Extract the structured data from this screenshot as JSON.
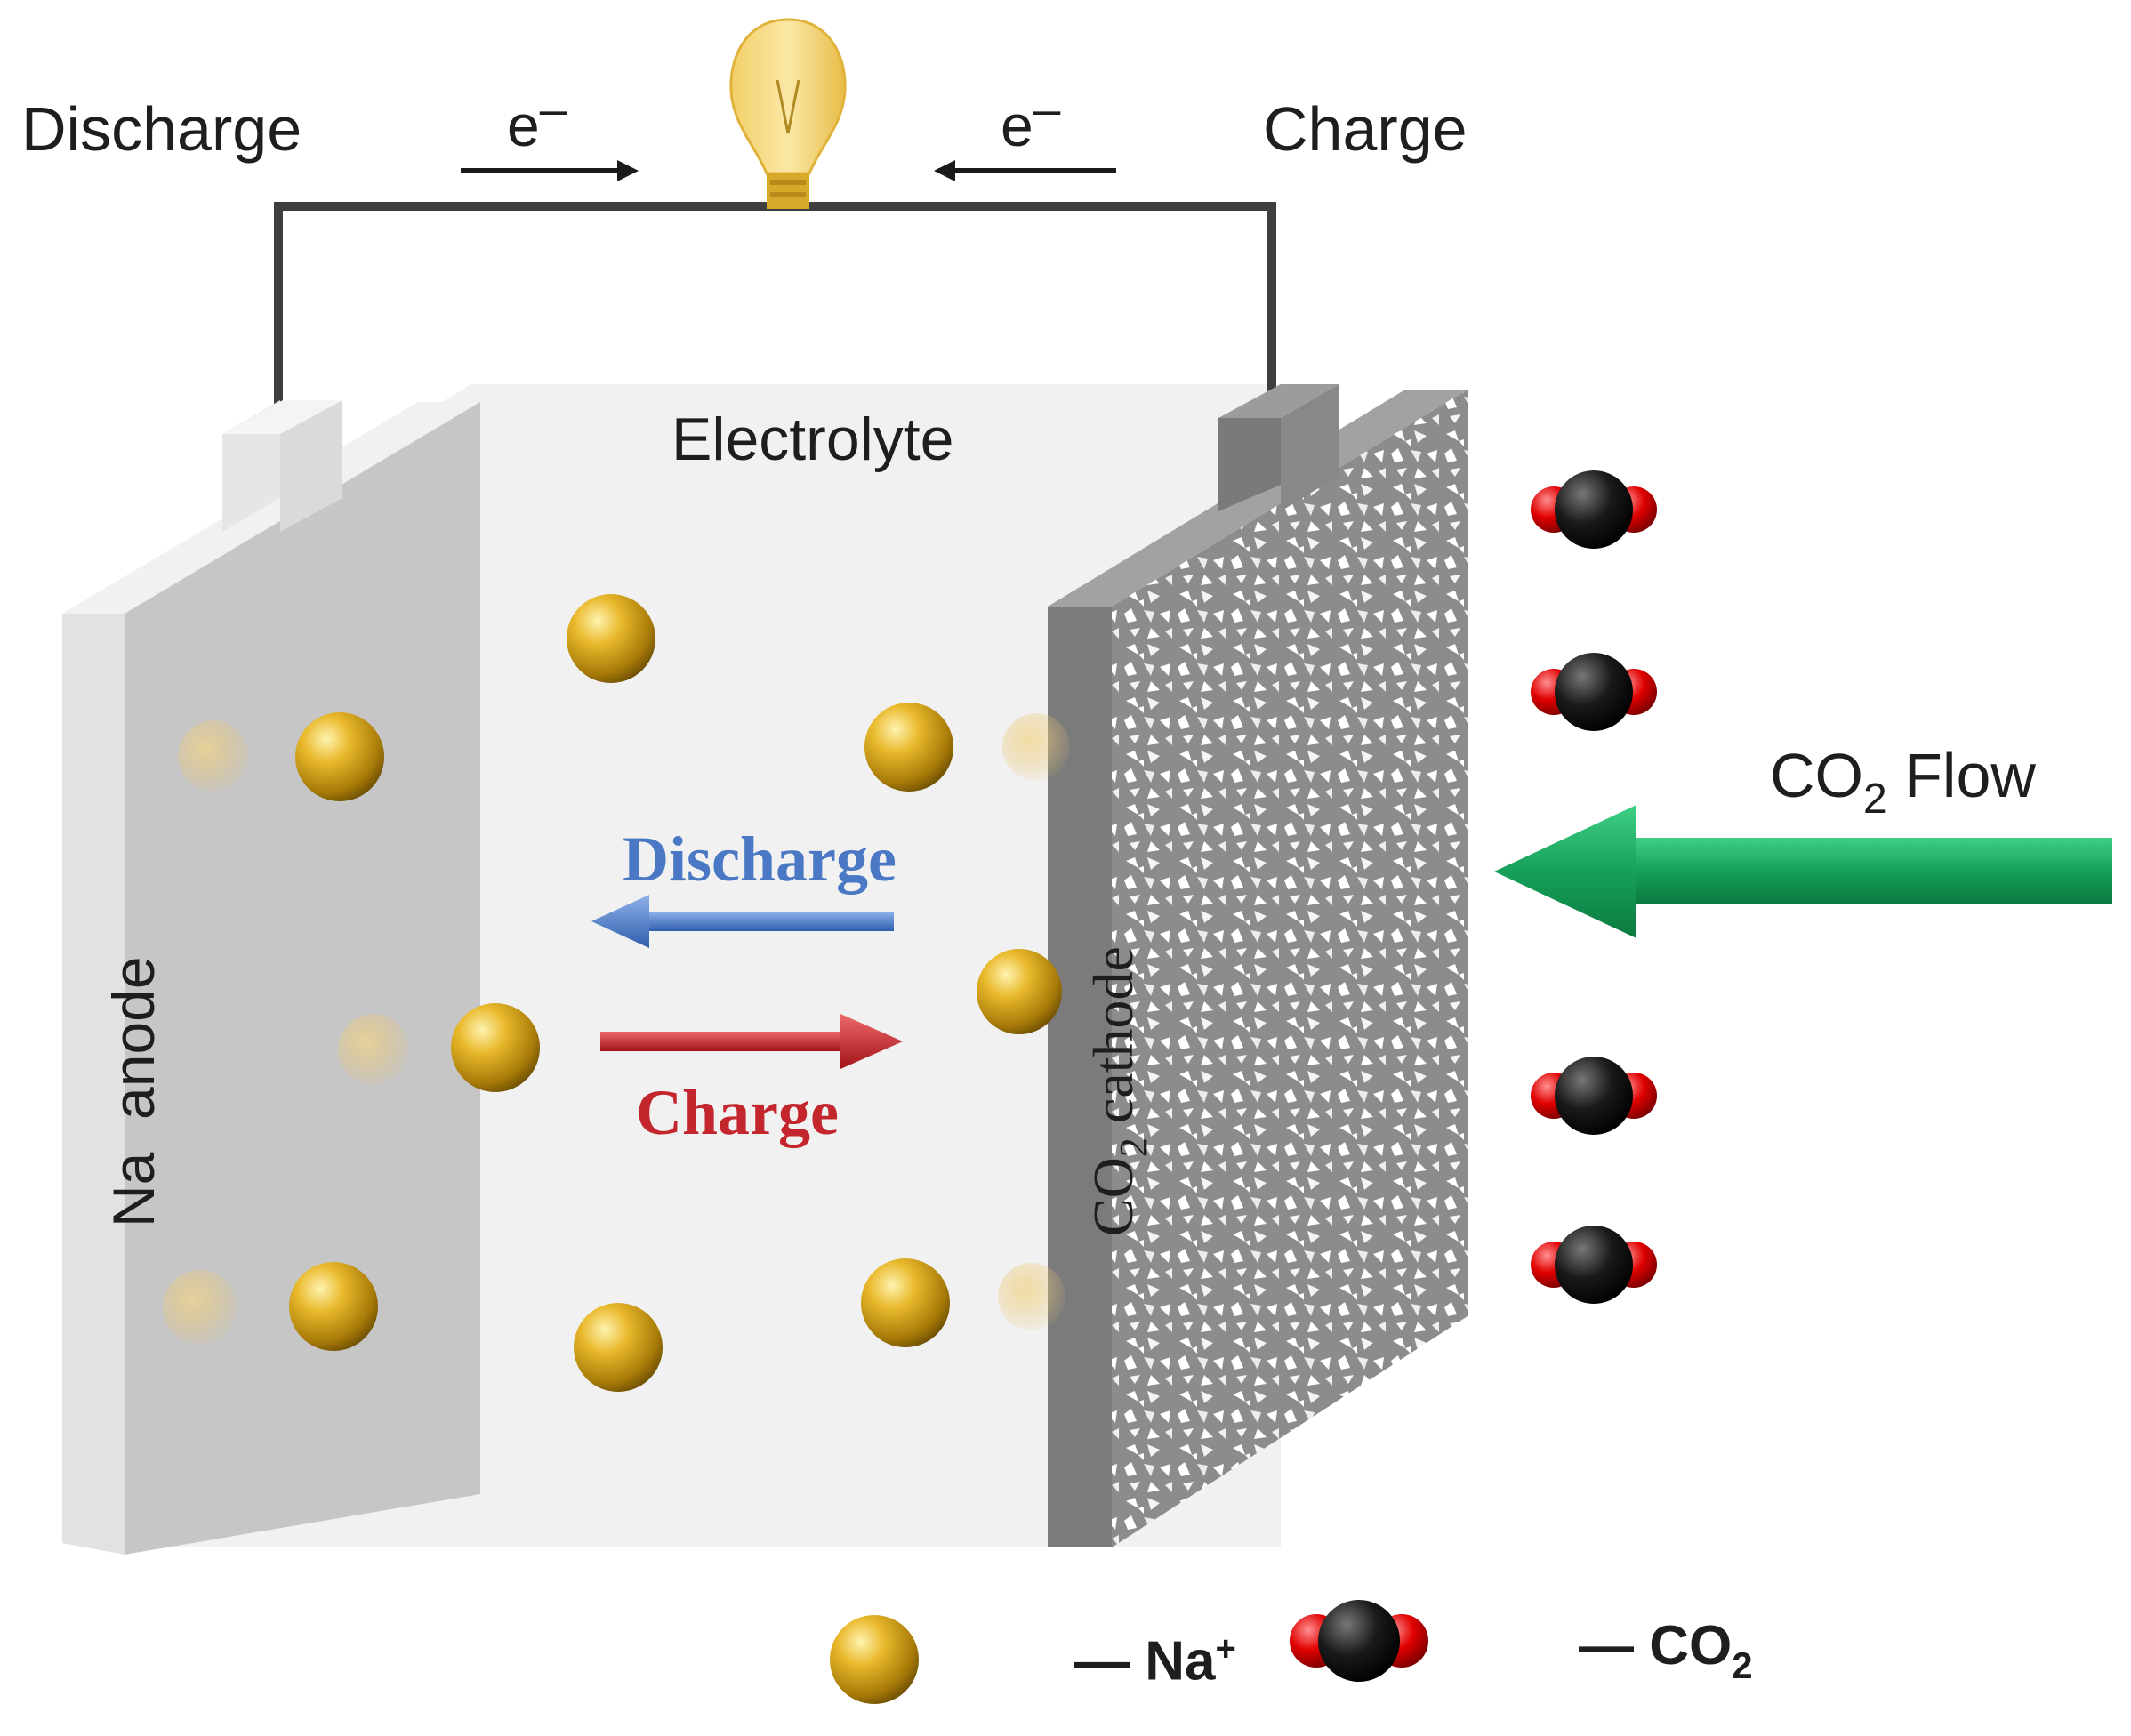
{
  "labels": {
    "discharge_top": "Discharge",
    "charge_top": "Charge",
    "electron": "e",
    "electron_sup": "–",
    "electrolyte": "Electrolyte",
    "discharge_mid": "Discharge",
    "charge_mid": "Charge",
    "co2_flow_co": "CO",
    "co2_flow_sub": "2",
    "co2_flow_rest": " Flow",
    "na_anode": "Na  anode",
    "cathode_co": "CO",
    "cathode_sub": "2",
    "cathode_rest": " cathode",
    "legend_na": "— Na",
    "legend_na_sup": "+",
    "legend_co2": "— CO",
    "legend_co2_sub": "2"
  },
  "colors": {
    "wire": "#3f3f3f",
    "anode": "#c9c9c9",
    "cathode": "#8a8a8a",
    "electrolyte": "#f1f1f1",
    "na_ion": "#d4a418",
    "co2_carbon": "#111111",
    "co2_oxygen": "#e00000",
    "discharge_arrow": "#4a78c4",
    "charge_arrow": "#c3262c",
    "co2_flow_arrow": "#1a9a55"
  },
  "icons": [
    "light-bulb-icon",
    "na-ion-icon",
    "co2-molecule-icon"
  ]
}
